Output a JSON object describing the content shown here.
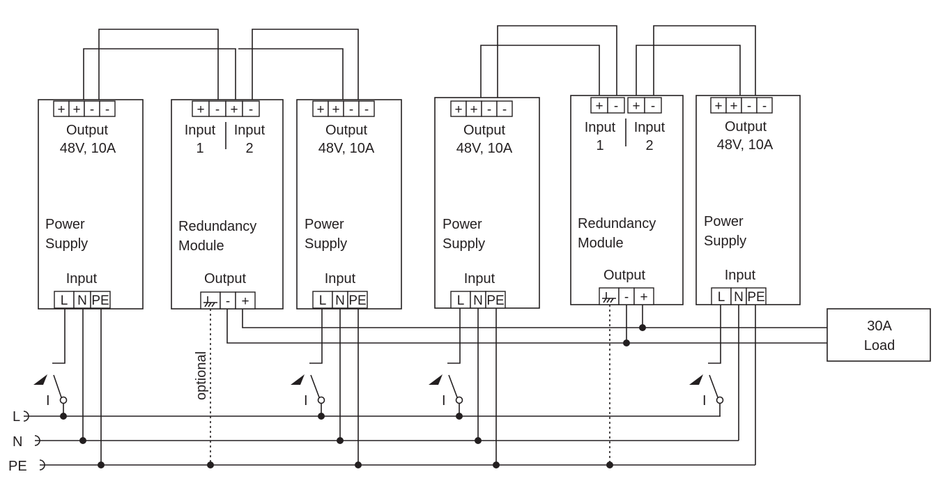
{
  "power_supplies": {
    "output_title": "Output",
    "output_rating": "48V, 10A",
    "name_line1": "Power",
    "name_line2": "Supply",
    "input_title": "Input",
    "output_terminals": [
      "+",
      "+",
      "-",
      "-"
    ],
    "input_terminals": [
      "L",
      "N",
      "PE"
    ]
  },
  "redundancy_modules": {
    "input1_line1": "Input",
    "input1_line2": "1",
    "input2_line1": "Input",
    "input2_line2": "2",
    "name_line1": "Redundancy",
    "name_line2": "Module",
    "output_title": "Output",
    "input_terminals": [
      "+",
      "-",
      "+",
      "-"
    ],
    "output_terminals": [
      "-",
      "+"
    ]
  },
  "load": {
    "line1": "30A",
    "line2": "Load"
  },
  "mains": {
    "l": "L",
    "n": "N",
    "pe": "PE"
  },
  "optional_label": "optional",
  "switch_label": "I"
}
